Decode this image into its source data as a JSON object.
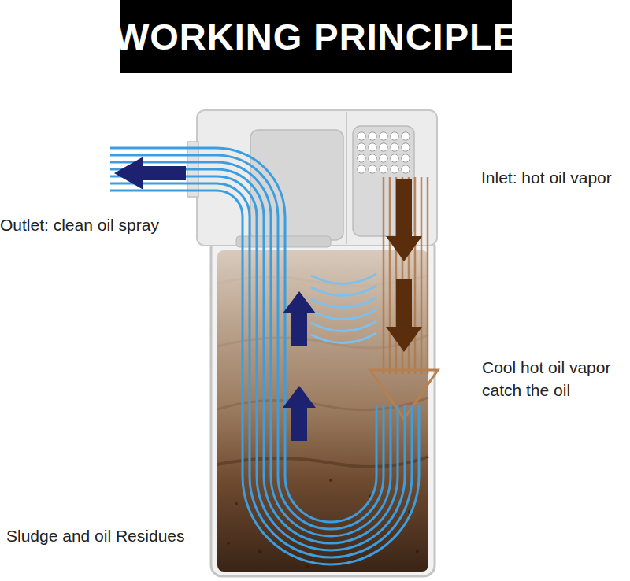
{
  "diagram": {
    "title": "WORKING PRINCIPLE",
    "labels": [
      "Inlet: hot oil vapor",
      "Outlet: clean oil spray",
      "Cool hot oil vapor catch the oil",
      "Sludge and oil Residues"
    ]
  }
}
